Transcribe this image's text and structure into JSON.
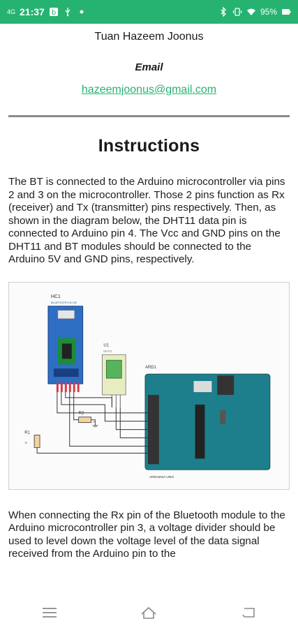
{
  "status_bar": {
    "signal_text": "4G",
    "time": "21:37",
    "battery_percent": "95%",
    "icons": [
      "bluetooth-icon",
      "vibrate-icon",
      "wifi-icon",
      "battery-icon"
    ]
  },
  "profile": {
    "name": "Tuan Hazeem Joonus",
    "email_label": "Email",
    "email": "hazeemjoonus@gmail.com"
  },
  "instructions": {
    "heading": "Instructions",
    "paragraph_1": "The BT is connected to the Arduino microcontroller via pins 2 and 3 on the microcontroller. Those 2 pins function as Rx (receiver) and Tx (transmitter) pins respectively. Then, as shown in the diagram below, the DHT11 data pin is connected to Arduino pin 4. The Vcc and GND pins on the DHT11 and BT modules should be connected to the Arduino 5V and GND pins, respectively.",
    "paragraph_2": "When connecting the Rx pin of the Bluetooth module to the Arduino microcontroller pin 3, a voltage divider should be used to level down the voltage level of the data signal received from the Arduino pin to the"
  },
  "diagram": {
    "labels": {
      "hc_title": "HC1",
      "hc_sub": "BLUETOOTH HC-05",
      "u1_title": "U1",
      "u1_sub": "DHT11",
      "ard_title": "ARD1",
      "ard_sub": "ARDUINO UNO",
      "r1": "R1",
      "r2": "R2",
      "r1_val": "1k",
      "r2_val": "2k"
    }
  },
  "colors": {
    "accent": "#26b371",
    "divider": "#8a8a8a",
    "arduino_board": "#1e7f8c"
  },
  "nav": {
    "icons": [
      "menu-icon",
      "home-icon",
      "back-icon"
    ]
  }
}
